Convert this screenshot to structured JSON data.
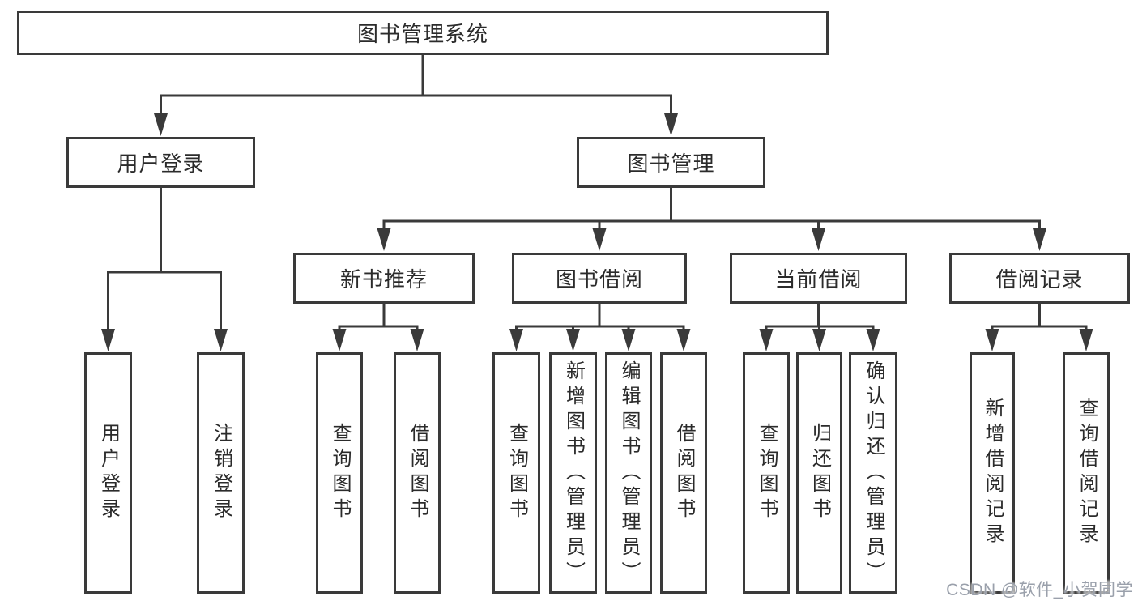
{
  "diagram_title": "图书管理系统",
  "nodes": {
    "root": {
      "label": "图书管理系统"
    },
    "user_login": {
      "label": "用户登录"
    },
    "book_mgmt": {
      "label": "图书管理"
    },
    "new_book_rec": {
      "label": "新书推荐"
    },
    "book_borrow": {
      "label": "图书借阅"
    },
    "current_borrow": {
      "label": "当前借阅"
    },
    "borrow_records": {
      "label": "借阅记录"
    },
    "leaf_user_login": {
      "label": "用户登录"
    },
    "leaf_logout": {
      "label": "注销登录"
    },
    "leaf_nb_query": {
      "label": "查询图书"
    },
    "leaf_nb_borrow": {
      "label": "借阅图书"
    },
    "leaf_bb_query": {
      "label": "查询图书"
    },
    "leaf_bb_add": {
      "label": "新增图书（管理员）"
    },
    "leaf_bb_edit": {
      "label": "编辑图书（管理员）"
    },
    "leaf_bb_borrow": {
      "label": "借阅图书"
    },
    "leaf_cb_query": {
      "label": "查询图书"
    },
    "leaf_cb_return": {
      "label": "归还图书"
    },
    "leaf_cb_confirm": {
      "label": "确认归还（管理员）"
    },
    "leaf_br_add": {
      "label": "新增借阅记录"
    },
    "leaf_br_query": {
      "label": "查询借阅记录"
    }
  },
  "watermark": "CSDN @软件_小贺同学",
  "colors": {
    "line": "#3a3a3a",
    "text": "#2b2b2b",
    "background": "#ffffff",
    "watermark": "#9aa0ab"
  }
}
